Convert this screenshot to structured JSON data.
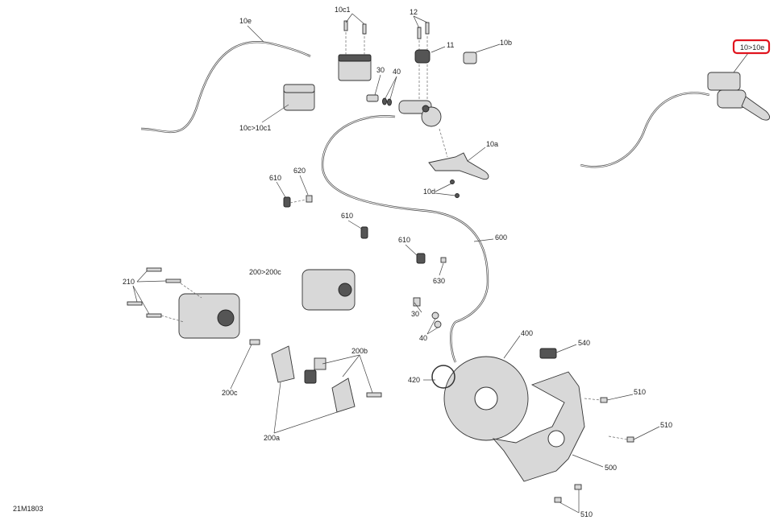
{
  "diagram": {
    "drawing_number": "21M1803",
    "highlighted_callout": "10>10e",
    "highlight_color": "#e0141e",
    "callouts": {
      "c10e": "10e",
      "c10c1": "10c1",
      "c12": "12",
      "c11": "11",
      "c10b": "10b",
      "c30a": "30",
      "c40a": "40",
      "c10c": "10c>10c1",
      "c10a": "10a",
      "c610a": "610",
      "c620": "620",
      "c10d": "10d",
      "c610b": "610",
      "c600": "600",
      "c610c": "610",
      "c630": "630",
      "c200": "200>200c",
      "c210": "210",
      "c30b": "30",
      "c40b": "40",
      "c400": "400",
      "c540": "540",
      "c200b": "200b",
      "c420": "420",
      "c200c": "200c",
      "c510a": "510",
      "c510b": "510",
      "c200a": "200a",
      "c500": "500",
      "c510c": "510"
    }
  }
}
